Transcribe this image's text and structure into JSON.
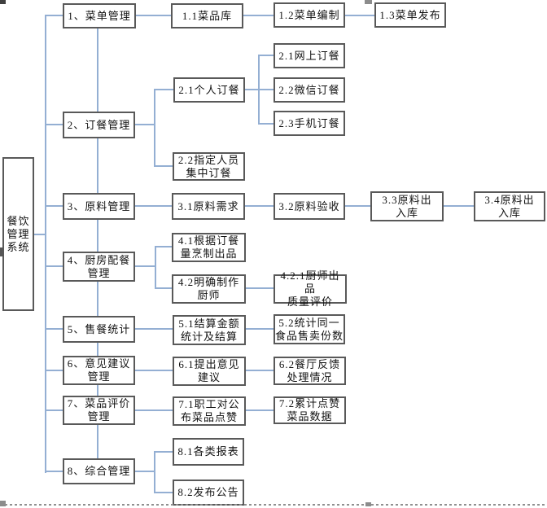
{
  "colors": {
    "connector": "#94afd3",
    "box_border": "#595959",
    "text": "#111111",
    "page_margin_dash": "#8f8f8f"
  },
  "diagram": {
    "nodes": {
      "root": "餐饮\n管理\n系统",
      "n1": "1、菜单管理",
      "n1_1": "1.1菜品库",
      "n1_2": "1.2菜单编制",
      "n1_3": "1.3菜单发布",
      "n2": "2、订餐管理",
      "n2_1_personal": "2.1个人订餐",
      "n2_1_online": "2.1网上订餐",
      "n2_2_wechat": "2.2微信订餐",
      "n2_3_mobile": "2.3手机订餐",
      "n2_2_group": "2.2指定人员\n集中订餐",
      "n3": "3、原料管理",
      "n3_1": "3.1原料需求",
      "n3_2": "3.2原料验收",
      "n3_3": "3.3原料出\n入库",
      "n3_4": "3.4原料出\n入库",
      "n4": "4、厨房配餐\n管理",
      "n4_1": "4.1根据订餐\n量烹制出品",
      "n4_2": "4.2明确制作\n厨师",
      "n4_2_1": "4.2.1厨师出品\n质量评价",
      "n5": "5、售餐统计",
      "n5_1": "5.1结算金额\n统计及结算",
      "n5_2": "5.2统计同一\n食品售卖份数",
      "n6": "6、意见建议\n管理",
      "n6_1": "6.1提出意见\n建议",
      "n6_2": "6.2餐厅反馈\n处理情况",
      "n7": "7、菜品评价\n管理",
      "n7_1": "7.1职工对公\n布菜品点赞",
      "n7_2": "7.2累计点赞\n菜品数据",
      "n8": "8、综合管理",
      "n8_1": "8.1各类报表",
      "n8_2": "8.2发布公告"
    }
  }
}
